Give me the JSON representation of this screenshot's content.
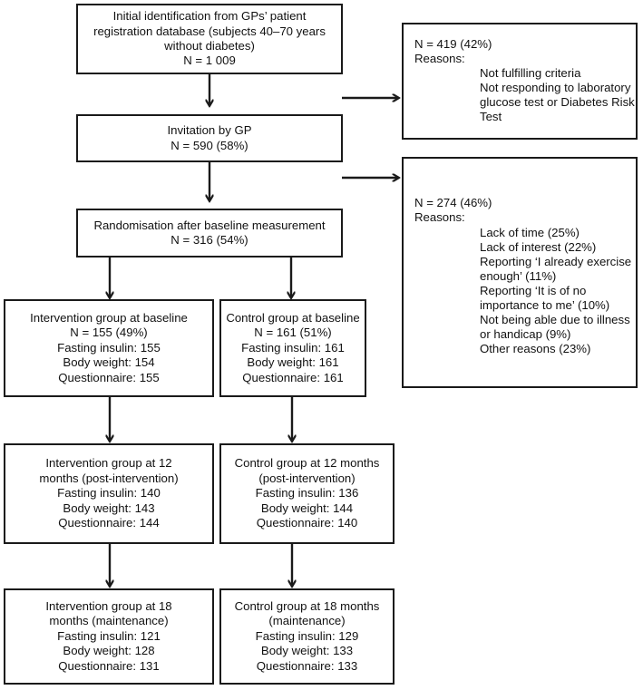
{
  "flowchart": {
    "identification": [
      "Initial identification from GPs’ patient",
      "registration database (subjects 40–70 years",
      "without diabetes)",
      "N = 1 009"
    ],
    "invitation": [
      "Invitation by GP",
      "N = 590 (58%)"
    ],
    "randomisation": [
      "Randomisation after baseline measurement",
      "N = 316 (54%)"
    ],
    "exclusion_1": {
      "count": "N = 419 (42%)",
      "reasons_label": "Reasons:",
      "reasons": [
        "Not fulfilling criteria",
        "Not responding to laboratory",
        "glucose test or Diabetes Risk",
        "Test"
      ]
    },
    "exclusion_2": {
      "count": "N = 274 (46%)",
      "reasons_label": "Reasons:",
      "reasons": [
        "Lack of time (25%)",
        "Lack of interest (22%)",
        "Reporting ‘I already exercise",
        "enough’ (11%)",
        "Reporting ‘It is of no",
        "importance to me’ (10%)",
        "Not being able due to illness",
        "or handicap (9%)",
        "Other reasons (23%)"
      ]
    },
    "intervention_baseline": [
      "Intervention group at baseline",
      "N = 155 (49%)",
      "Fasting insulin: 155",
      "Body weight: 154",
      "Questionnaire: 155"
    ],
    "control_baseline": [
      "Control group at baseline",
      "N = 161 (51%)",
      "Fasting insulin: 161",
      "Body weight: 161",
      "Questionnaire: 161"
    ],
    "intervention_12m": [
      "Intervention group at 12",
      "months (post-intervention)",
      "Fasting insulin: 140",
      "Body weight: 143",
      "Questionnaire: 144"
    ],
    "control_12m": [
      "Control group at 12 months",
      "(post-intervention)",
      "Fasting insulin: 136",
      "Body weight: 144",
      "Questionnaire: 140"
    ],
    "intervention_18m": [
      "Intervention group at 18",
      "months (maintenance)",
      "Fasting insulin: 121",
      "Body weight: 128",
      "Questionnaire: 131"
    ],
    "control_18m": [
      "Control group at 18 months",
      "(maintenance)",
      "Fasting insulin: 129",
      "Body weight: 133",
      "Questionnaire: 133"
    ]
  }
}
